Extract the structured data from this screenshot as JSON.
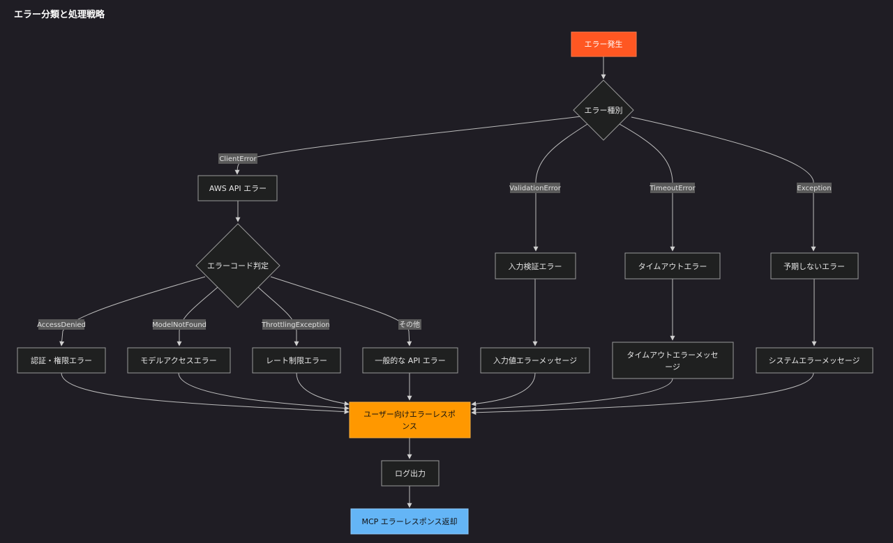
{
  "title": "エラー分類と処理戦略",
  "nodes": {
    "start": "エラー発生",
    "type": "エラー種別",
    "aws": "AWS API エラー",
    "code": "エラーコード判定",
    "validation": "入力検証エラー",
    "timeout": "タイムアウトエラー",
    "unexpected": "予期しないエラー",
    "auth": "認証・権限エラー",
    "model": "モデルアクセスエラー",
    "rate": "レート制限エラー",
    "general": "一般的な API エラー",
    "input_msg": "入力値エラーメッセージ",
    "timeout_msg_1": "タイムアウトエラーメッセ",
    "timeout_msg_2": "ージ",
    "system_msg": "システムエラーメッセージ",
    "response_1": "ユーザー向けエラーレスポ",
    "response_2": "ンス",
    "log": "ログ出力",
    "final": "MCP エラーレスポンス返却"
  },
  "edge_labels": {
    "client_error": "ClientError",
    "validation_error": "ValidationError",
    "timeout_error": "TimeoutError",
    "exception": "Exception",
    "access_denied": "AccessDenied",
    "model_not_found": "ModelNotFound",
    "throttling": "ThrottlingException",
    "other": "その他"
  },
  "colors": {
    "background": "#1f1d24",
    "start": "#ff5722",
    "response": "#ff9800",
    "final": "#64b5f6"
  }
}
